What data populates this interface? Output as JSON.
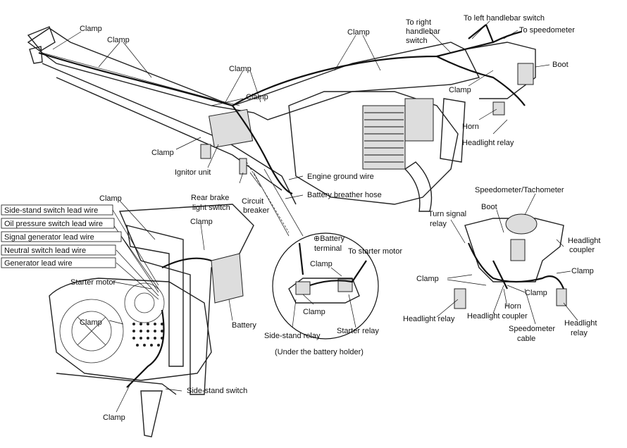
{
  "labels": {
    "clamp": "Clamp",
    "to_right_handlebar_switch_1": "To right",
    "to_right_handlebar_switch_2": "handlebar",
    "to_right_handlebar_switch_3": "switch",
    "to_left_handlebar_switch": "To left handlebar switch",
    "to_speedometer": "To speedometer",
    "boot": "Boot",
    "horn": "Horn",
    "headlight_relay": "Headlight relay",
    "ignitor_unit": "Ignitor unit",
    "engine_ground_wire": "Engine ground wire",
    "battery_breather_hose": "Battery breather hose",
    "rear_brake_light_switch_1": "Rear brake",
    "rear_brake_light_switch_2": "light switch",
    "circuit_breaker_1": "Circuit",
    "circuit_breaker_2": "breaker",
    "side_stand_switch_lead_wire": "Side-stand switch lead wire",
    "oil_pressure_switch_lead_wire": "Oil pressure switch lead wire",
    "signal_generator_lead_wire": "Signal generator lead wire",
    "neutral_switch_lead_wire": "Neutral switch lead wire",
    "generator_lead_wire": "Generator lead wire",
    "starter_motor": "Starter motor",
    "battery": "Battery",
    "side_stand_switch": "Side-stand switch",
    "battery_terminal_1": "⊕Battery",
    "battery_terminal_2": "terminal",
    "to_starter_motor": "To starter motor",
    "side_stand_relay": "Side-stand relay",
    "starter_relay": "Starter relay",
    "under_battery_holder": "(Under the battery holder)",
    "speedometer_tachometer": "Speedometer/Tachometer",
    "turn_signal_relay_1": "Turn signal",
    "turn_signal_relay_2": "relay",
    "headlight_coupler": "Headlight coupler",
    "headlight_coupler_1": "Headlight",
    "headlight_coupler_2": "coupler",
    "headlight_relay_1": "Headlight",
    "headlight_relay_2": "relay",
    "speedometer_cable_1": "Speedometer",
    "speedometer_cable_2": "cable"
  }
}
